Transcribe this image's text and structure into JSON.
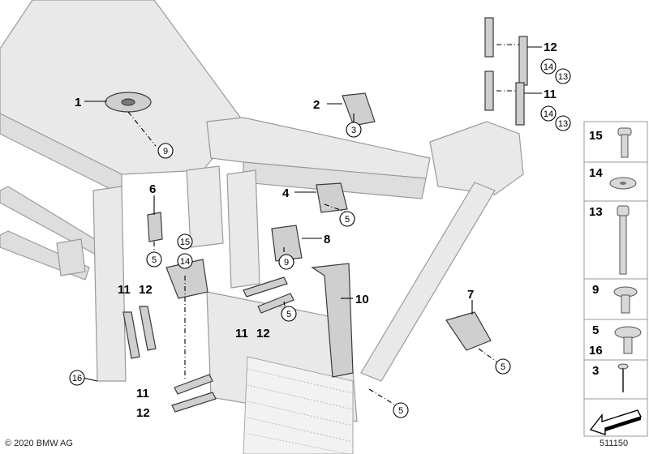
{
  "callouts": {
    "c1": "1",
    "c2": "2",
    "c3": "3",
    "c4": "4",
    "c5a": "5",
    "c5b": "5",
    "c5c": "5",
    "c5d": "5",
    "c5e": "5",
    "c6": "6",
    "c7": "7",
    "c8": "8",
    "c9a": "9",
    "c9b": "9",
    "c10": "10",
    "c11a": "11",
    "c11b": "11",
    "c11c": "11",
    "c11d": "11",
    "c12a": "12",
    "c12b": "12",
    "c12c": "12",
    "c12d": "12",
    "c13a": "13",
    "c13b": "13",
    "c14a": "14",
    "c14b": "14",
    "c14c": "14",
    "c15": "15",
    "c16": "16"
  },
  "legend": {
    "items": [
      {
        "number": "15",
        "part": "bolt-icon"
      },
      {
        "number": "14",
        "part": "washer-icon"
      },
      {
        "number": "13",
        "part": "long-bolt-icon"
      },
      {
        "number": "9",
        "part": "screw-icon"
      },
      {
        "number": "5",
        "number2": "16",
        "part": "collar-screw-icon"
      },
      {
        "number": "3",
        "part": "rivet-icon"
      }
    ]
  },
  "footer": {
    "copyright": "© 2020 BMW AG",
    "document_number": "511150"
  }
}
